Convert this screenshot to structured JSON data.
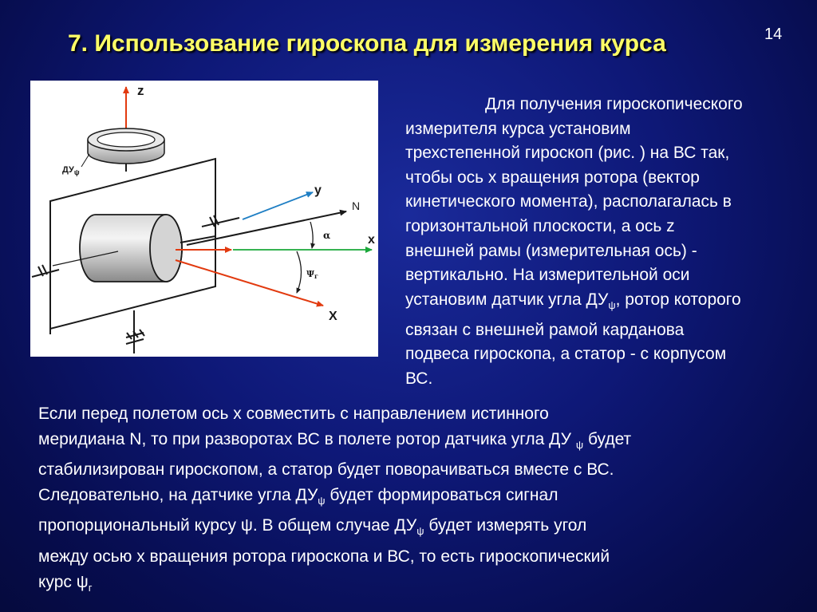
{
  "slide": {
    "title": "7. Использование гироскопа для измерения курса",
    "page_number": "14"
  },
  "figure": {
    "labels": {
      "z": "z",
      "du": "ДУ",
      "du_sub": "ψ",
      "y": "y",
      "N": "N",
      "x_small": "x",
      "X_big": "X",
      "alpha": "α",
      "psi": "Ψ",
      "psi_sub": "г"
    },
    "colors": {
      "red": "#e23a0f",
      "blue": "#1f7fc4",
      "green": "#1aa83a",
      "frame": "#1a1a1a"
    }
  },
  "right_text": {
    "lines": [
      "Для получения гироскопического",
      "измерителя курса установим",
      "трехстепенной гироскоп (рис. ) на ВС так,",
      "чтобы ось x вращения ротора (вектор",
      "кинетического момента), располагалась в",
      "горизонтальной плоскости, а ось z",
      "внешней рамы (измерительная ось) -",
      "вертикально. На измерительной оси",
      "установим датчик угла ДУ",
      ", ротор которого",
      "связан с внешней рамой карданова",
      "подвеса гироскопа, а статор - с корпусом",
      "ВС."
    ],
    "psi": "ψ"
  },
  "bottom_text": {
    "l1": "Если перед полетом ось x совместить с направлением истинного",
    "l2a": "меридиана N, то при разворотах ВС в полете ротор датчика угла ДУ",
    "l2b": " будет",
    "l3": "стабилизирован гироскопом, а статор будет поворачиваться вместе с ВС.",
    "l4a": "Следовательно, на датчике угла ДУ",
    "l4b": " будет формироваться сигнал",
    "l5a": "пропорциональный курсу ",
    "l5b": ".  В общем случае ДУ",
    "l5c": " будет измерять угол",
    "l6": "между осью x вращения ротора гироскопа и ВС, то есть гироскопический",
    "l7": "курс ",
    "psi": "ψ",
    "sub_g": "г"
  }
}
